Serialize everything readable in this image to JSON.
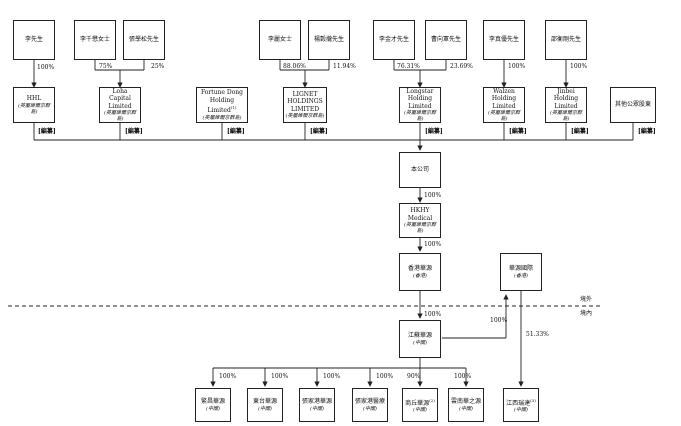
{
  "top_people": {
    "li": "李先生",
    "li_qianmao": "李千懋女士",
    "zhang_xuesong": "張學松先生",
    "li_yan": "李麗女士",
    "yang_yilong": "楊穀攏先生",
    "li_jincai": "李金才先生",
    "jia_xianghui": "曹向軍先生",
    "li_zhenan": "李真優先生",
    "xing_yinghe": "邵衡剛先生"
  },
  "holdings": {
    "hhl": {
      "name": "HHL",
      "sub": "(英屬維爾京群島)"
    },
    "loha": {
      "name": "Loha Capital Limited",
      "sub": "(英屬維爾京群島)"
    },
    "fortune": {
      "name": "Fortune Dong Holding Limited",
      "sup": "(1)",
      "sub": "(英屬維爾京群島)"
    },
    "lignet": {
      "name": "LIGNET HOLDINGS LIMITED",
      "sub": "(英屬維爾京群島)"
    },
    "longstar": {
      "name": "Longstar Holding Limited",
      "sub": "(英屬維爾京群島)"
    },
    "walzen": {
      "name": "Walzen Holding Limited",
      "sub": "(英屬維爾京群島)"
    },
    "jinbei": {
      "name": "Jinbei Holding Limited",
      "sub": "(英屬維爾京群島)"
    },
    "public": {
      "name": "其他公眾股東"
    }
  },
  "percentages": {
    "li_hhl": "100%",
    "loha_a": "75%",
    "loha_b": "25%",
    "lignet_a": "88.06%",
    "lignet_b": "11.94%",
    "longstar_a": "76.31%",
    "longstar_b": "23.69%",
    "walzen": "100%",
    "jinbei": "100%",
    "company_hkhy": "100%",
    "hkhy_hkhuayuan": "100%",
    "hk_jiangsu": "100%",
    "jiangsu_hkhy_intl": "100%",
    "intl_jiangxi": "51.33%",
    "sub1": "100%",
    "sub2": "100%",
    "sub3": "100%",
    "sub4": "100%",
    "sub5": "90%",
    "sub6": "100%"
  },
  "note_label": "[編纂]",
  "company": {
    "name": "本公司"
  },
  "hkhy_medical": {
    "name": "HKHY Medical",
    "sub": "(英屬維爾京群島)"
  },
  "hk_huayuan": {
    "name": "香港華源",
    "sub": "(香港)"
  },
  "huayuan_intl": {
    "name": "華源國際",
    "sub": "(香港)"
  },
  "jiangsu": {
    "name": "江蘇華源",
    "sub": "(中國)"
  },
  "jiangxi": {
    "name": "江西瑞達",
    "sup": "(3)",
    "sub": "(中國)"
  },
  "border": {
    "offshore": "境外",
    "onshore": "境內"
  },
  "subsidiaries": [
    {
      "name": "繁昌華源",
      "sub": "(中國)"
    },
    {
      "name": "東台華源",
      "sub": "(中國)"
    },
    {
      "name": "張家港華源",
      "sub": "(中國)"
    },
    {
      "name": "張家港醫療",
      "sub": "(中國)"
    },
    {
      "name": "商丘華源",
      "sup": "(2)",
      "sub": "(中國)"
    },
    {
      "name": "雲南華之源",
      "sub": "(中國)"
    }
  ]
}
